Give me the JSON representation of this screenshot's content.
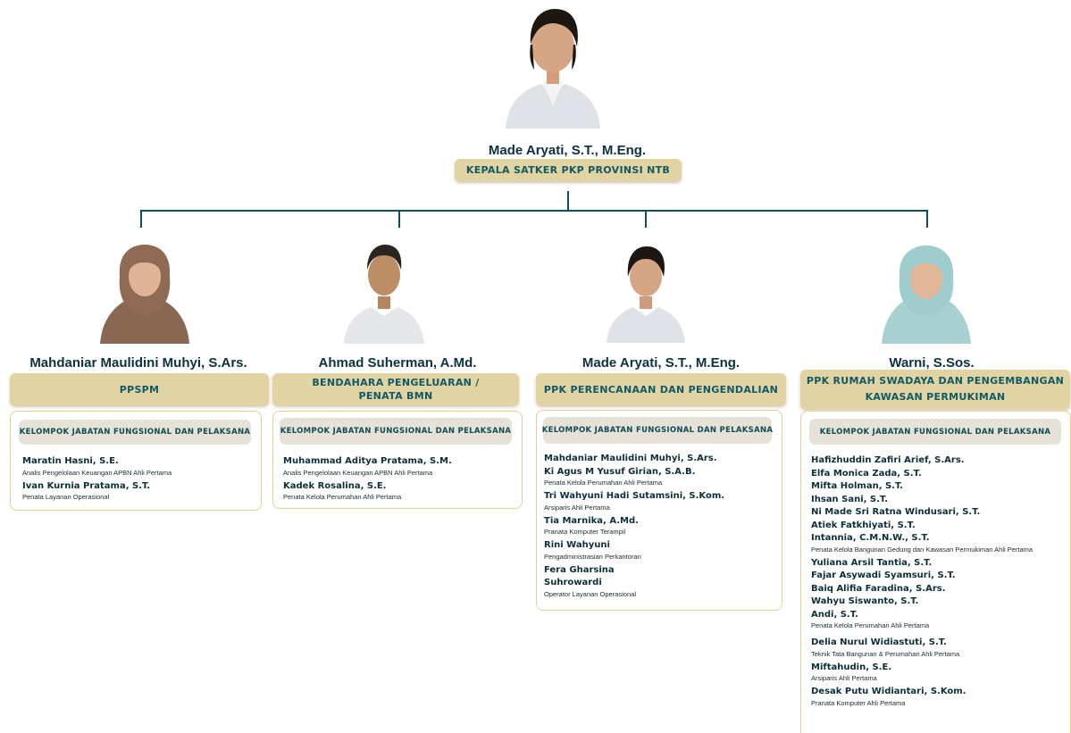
{
  "head": {
    "name": "Made Aryati, S.T., M.Eng.",
    "role": "KEPALA SATKER PKP PROVINSI NTB"
  },
  "units": [
    {
      "name": "Mahdaniar Maulidini Muhyi, S.Ars.",
      "role": "PPSPM",
      "group_title": "KELOMPOK JABATAN FUNGSIONAL DAN PELAKSANA",
      "members": [
        {
          "name": "Maratin Hasni, S.E.",
          "title": "Analis Pengelolaan Keuangan APBN  Ahli Pertama"
        },
        {
          "name": "Ivan Kurnia Pratama, S.T.",
          "title": "Penata Layanan Operasional"
        }
      ]
    },
    {
      "name": "Ahmad Suherman, A.Md.",
      "role_line1": "BENDAHARA PENGELUARAN /",
      "role_line2": "PENATA BMN",
      "group_title": "KELOMPOK JABATAN FUNGSIONAL DAN PELAKSANA",
      "members": [
        {
          "name": "Muhammad Aditya Pratama, S.M.",
          "title": "Analis Pengelolaan Keuangan APBN Ahli Pertama"
        },
        {
          "name": "Kadek Rosalina, S.E.",
          "title": "Penata Kelola Perumahan Ahli Pertama"
        }
      ]
    },
    {
      "name": "Made Aryati, S.T., M.Eng.",
      "role": "PPK PERENCANAAN DAN PENGENDALIAN",
      "group_title": "KELOMPOK JABATAN FUNGSIONAL DAN PELAKSANA",
      "members": [
        {
          "name": "Mahdaniar Maulidini Muhyi, S.Ars."
        },
        {
          "name": "Ki Agus M Yusuf Girian, S.A.B.",
          "title": "Penata Kelola Perumahan Ahli Pertama"
        },
        {
          "name": "Tri Wahyuni Hadi Sutamsini, S.Kom.",
          "title": "Arsiparis Ahli Pertama"
        },
        {
          "name": "Tia Marnika, A.Md.",
          "title": "Pranata Komputer Terampil"
        },
        {
          "name": "Rini Wahyuni",
          "title": "Pengadministrasian Perkantoran"
        },
        {
          "name": "Fera Gharsina"
        },
        {
          "name": "Suhrowardi",
          "title": "Operator Layanan Operasional"
        }
      ]
    },
    {
      "name": "Warni, S.Sos.",
      "role_line1": "PPK RUMAH SWADAYA DAN PENGEMBANGAN",
      "role_line2": "KAWASAN PERMUKIMAN",
      "group_title": "KELOMPOK JABATAN FUNGSIONAL DAN PELAKSANA",
      "members": [
        {
          "name": "Hafizhuddin Zafiri Arief, S.Ars."
        },
        {
          "name": "Elfa Monica Zada, S.T."
        },
        {
          "name": "Mifta Holman, S.T."
        },
        {
          "name": "Ihsan Sani, S.T."
        },
        {
          "name": "Ni Made Sri Ratna Windusari, S.T."
        },
        {
          "name": "Atiek Fatkhiyati, S.T."
        },
        {
          "name": "Intannia, C.M.N.W., S.T.",
          "title": "Penata Kelola Bangunan Gedung dan Kawasan Permukiman Ahli Pertama"
        },
        {
          "name": "Yuliana Arsil Tantia, S.T."
        },
        {
          "name": "Fajar Asywadi Syamsuri, S.T."
        },
        {
          "name": "Baiq Alifia Faradina, S.Ars."
        },
        {
          "name": "Wahyu Siswanto, S.T."
        },
        {
          "name": "Andi, S.T.",
          "title": "Penata Kelola Perumahan Ahli Pertama"
        },
        {
          "name": "Delia Nurul Widiastuti, S.T.",
          "title": "Teknik Tata Bangunan & Perumahan Ahli Pertama"
        },
        {
          "name": "Miftahudin, S.E.",
          "title": "Arsiparis Ahli Pertama"
        },
        {
          "name": "Desak Putu Widiantari, S.Kom.",
          "title": "Pranata Komputer Ahli Pertama"
        }
      ]
    }
  ]
}
